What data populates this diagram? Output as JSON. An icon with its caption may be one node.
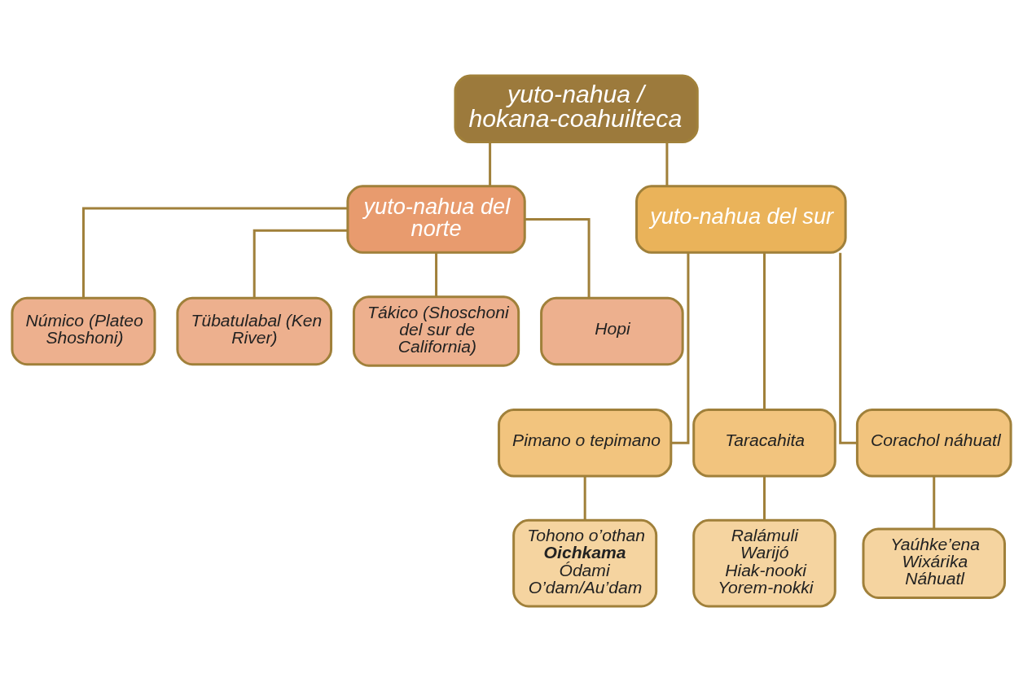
{
  "diagram": {
    "nodes": [
      {
        "text": [
          "yuto-nahua / hokana-coahuilteca"
        ]
      },
      {
        "text": [
          "yuto-nahua del norte"
        ]
      },
      {
        "text": [
          "yuto-nahua del sur"
        ]
      },
      {
        "text": [
          "Númico (Plateo Shoshoni)"
        ]
      },
      {
        "text": [
          "Tübatulabal (Ken River)"
        ]
      },
      {
        "text": [
          "Tákico (Shoschoni del sur de California)"
        ]
      },
      {
        "text": [
          "Hopi"
        ]
      },
      {
        "text": [
          "Pimano o tepimano"
        ]
      },
      {
        "text": [
          "Taracahita"
        ]
      },
      {
        "text": [
          "Corachol náhuatl"
        ]
      },
      {
        "text": [
          "Tohono o’othan",
          "**Oichkama**",
          "Ódami",
          "O’dam/Au’dam"
        ]
      },
      {
        "text": [
          "Ralámuli",
          "Warijó",
          "Hiak-nooki",
          "Yorem-nokki"
        ]
      },
      {
        "text": [
          "Yaúhke’ena",
          "Wixárika",
          "Náhuatl"
        ]
      }
    ],
    "edges": [
      {
        "from": 0,
        "to": 1,
        "arrow": "none"
      },
      {
        "from": 0,
        "to": 2,
        "arrow": "none"
      },
      {
        "from": 1,
        "to": 3,
        "arrow": "none"
      },
      {
        "from": 1,
        "to": 4,
        "arrow": "none"
      },
      {
        "from": 1,
        "to": 5,
        "arrow": "none"
      },
      {
        "from": 1,
        "to": 6,
        "arrow": "none"
      },
      {
        "from": 2,
        "to": 7,
        "arrow": "none"
      },
      {
        "from": 2,
        "to": 8,
        "arrow": "none"
      },
      {
        "from": 2,
        "to": 9,
        "arrow": "none"
      },
      {
        "from": 7,
        "to": 10,
        "arrow": "none"
      },
      {
        "from": 8,
        "to": 11,
        "arrow": "none"
      },
      {
        "from": 9,
        "to": 12,
        "arrow": "none"
      }
    ]
  }
}
